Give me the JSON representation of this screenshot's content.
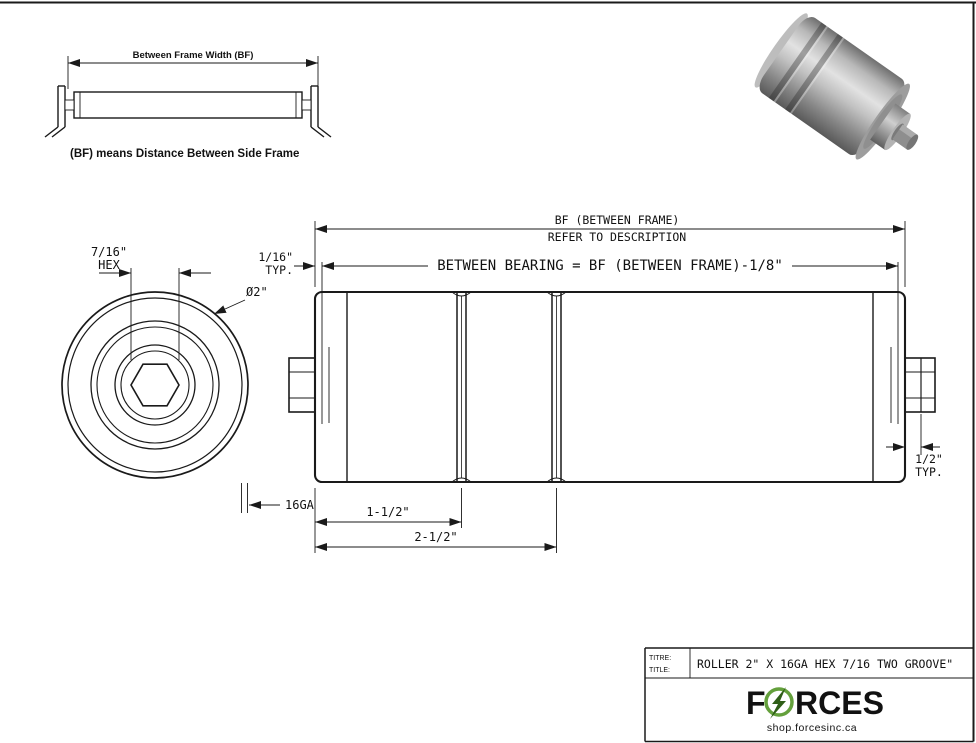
{
  "inset": {
    "dim_label": "Between Frame Width (BF)",
    "caption": "(BF) means Distance Between Side Frame"
  },
  "end_view": {
    "hex_size": "7/16\"",
    "hex_word": "HEX",
    "diameter": "Ø2\"",
    "gauge": "16GA"
  },
  "side_view": {
    "bf_line1": "BF (BETWEEN FRAME)",
    "bf_line2": "REFER TO DESCRIPTION",
    "between_bearing": "BETWEEN BEARING = BF (BETWEEN FRAME)-1/8\"",
    "gap_value": "1/16\"",
    "gap_typ": "TYP.",
    "shaft_value": "1/2\"",
    "shaft_typ": "TYP.",
    "groove1_dim": "1-1/2\"",
    "groove2_dim": "2-1/2\""
  },
  "title_block": {
    "label_fr": "TITRE:",
    "label_en": "TITLE:",
    "title": "ROLLER 2\" X 16GA HEX 7/16 TWO GROOVE\"",
    "brand_f": "F",
    "brand_rces": "RCES",
    "website": "shop.forcesinc.ca"
  },
  "colors": {
    "brand_green": "#64a03c",
    "bolt_green": "#2f5e17"
  }
}
